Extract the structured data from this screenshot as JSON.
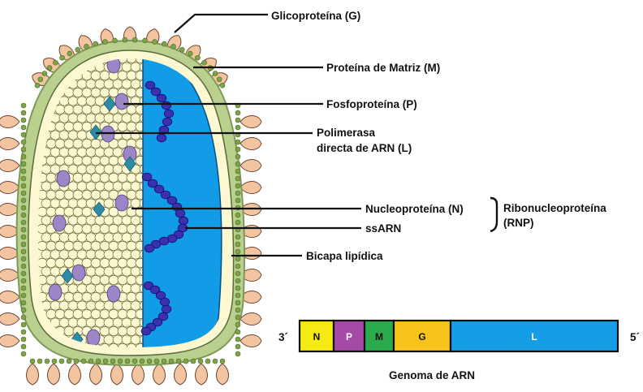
{
  "labels": {
    "glycoprotein": "Glicoproteína (G)",
    "matrix": "Proteína de Matriz (M)",
    "phospho": "Fosfoproteína (P)",
    "polymerase_l1": "Polimerasa",
    "polymerase_l2": "directa de ARN (L)",
    "nucleoprotein": "Nucleoproteína (N)",
    "ssrna": "ssARN",
    "rnp_l1": "Ribonucleoproteína",
    "rnp_l2": "(RNP)",
    "bilayer": "Bicapa lipídica"
  },
  "genome": {
    "end3": "3´",
    "end5": "5´",
    "caption": "Genoma de ARN",
    "segments": [
      {
        "label": "N",
        "color": "#f5ea14"
      },
      {
        "label": "P",
        "color": "#a54aa7"
      },
      {
        "label": "M",
        "color": "#2bab4e"
      },
      {
        "label": "G",
        "color": "#f8c31a"
      },
      {
        "label": "L",
        "color": "#159ee6"
      }
    ]
  },
  "colors": {
    "envelope": "#b9d08f",
    "spike": "#f3c4a0",
    "spike_stroke": "#6b4530",
    "nucleoprotein_bead": "#fbf8d2",
    "interior": "#129be6",
    "rna": "#3b30b0",
    "phosphoprotein": "#9d86c7",
    "polymerase": "#2c8ca5"
  }
}
